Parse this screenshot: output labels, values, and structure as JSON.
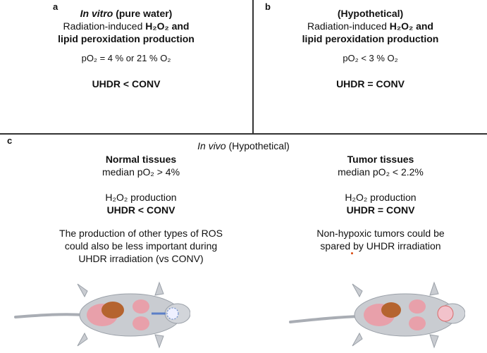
{
  "panel_a": {
    "letter": "a",
    "title_italic": "In vitro",
    "title_rest": " (pure water)",
    "line2_plain": "Radiation-induced ",
    "line2_bold": "H₂O₂ and",
    "line3": "lipid peroxidation production",
    "po2": "pO₂ = 4 % or 21 % O₂",
    "result": "UHDR < CONV"
  },
  "panel_b": {
    "letter": "b",
    "title": "(Hypothetical)",
    "line2_plain": "Radiation-induced ",
    "line2_bold": "H₂O₂ and",
    "line3": "lipid peroxidation production",
    "po2": "pO₂ < 3 % O₂",
    "result": "UHDR = CONV"
  },
  "panel_c": {
    "letter": "c",
    "title_italic": "In vivo",
    "title_rest": " (Hypothetical)",
    "normal": {
      "heading": "Normal tissues",
      "po2": "median pO₂ > 4%",
      "h2o2": "H₂O₂ production",
      "result": "UHDR < CONV",
      "note1": "The production of other types of ROS",
      "note2": "could also be less important during",
      "note3": "UHDR irradiation (vs CONV)"
    },
    "tumor": {
      "heading": "Tumor tissues",
      "po2": "median pO₂ < 2.2%",
      "h2o2": "H₂O₂ production",
      "result": "UHDR = CONV",
      "note1": "Non-hypoxic tumors could be",
      "note2": "spared by UHDR irradiation"
    }
  },
  "colors": {
    "mouse_body": "#c9ccd1",
    "organ_red": "#d96a6a",
    "organ_pink": "#e8a0aa",
    "organ_brown": "#b5642f",
    "tumor_dot": "#d9480f"
  }
}
